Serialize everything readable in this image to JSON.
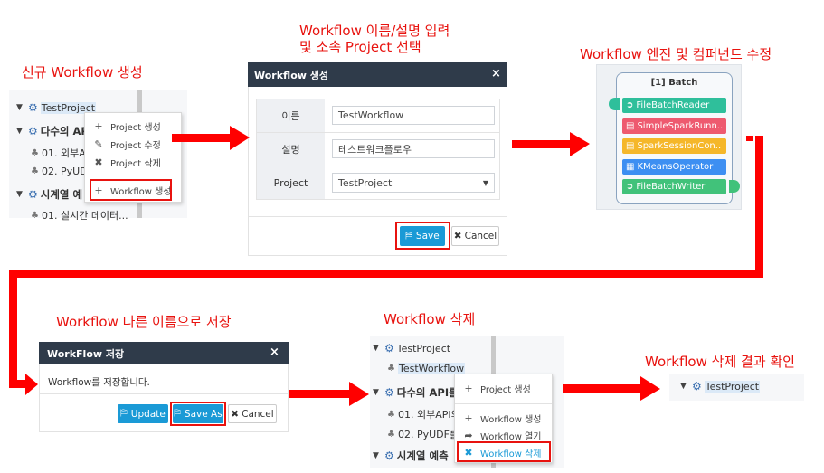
{
  "headings": {
    "new_workflow": "신규 Workflow 생성",
    "name_input_line1": "Workflow 이름/설명 입력",
    "name_input_line2": "및 소속 Project 선택",
    "edit_engine": "Workflow 엔진 및 컴퍼넌트 수정",
    "save_as": "Workflow 다른 이름으로 저장",
    "delete": "Workflow 삭제",
    "delete_result": "Workflow 삭제 결과 확인"
  },
  "tree1": {
    "project": "TestProject",
    "project2": "다수의 AP",
    "wf1": "01. 외부A",
    "wf2": "02. PyUD",
    "project3": "시계열 예",
    "wf3": "01. 실시간 데이터..."
  },
  "ctx1": {
    "items": [
      "Project 생성",
      "Project 수정",
      "Project 삭제",
      "Workflow 생성"
    ]
  },
  "create_dialog": {
    "title": "Workflow 생성",
    "close": "×",
    "name_label": "이름",
    "name_value": "TestWorkflow",
    "desc_label": "설명",
    "desc_value": "테스트워크플로우",
    "project_label": "Project",
    "project_value": "TestProject",
    "save": "Save",
    "cancel": "Cancel"
  },
  "batch": {
    "title": "[1] Batch",
    "components": [
      {
        "label": "FileBatchReader",
        "color": "#2fbf9b"
      },
      {
        "label": "SimpleSparkRunn..",
        "color": "#ee5a6f"
      },
      {
        "label": "SparkSessionCon..",
        "color": "#f5b72a"
      },
      {
        "label": "KMeansOperator",
        "color": "#3d8ff2"
      },
      {
        "label": "FileBatchWriter",
        "color": "#41c27a"
      }
    ]
  },
  "save_dialog": {
    "title": "WorkFlow 저장",
    "close": "×",
    "message": "Workflow를 저장합니다.",
    "update": "Update",
    "save_as": "Save As",
    "cancel": "Cancel"
  },
  "tree2": {
    "project": "TestProject",
    "workflow": "TestWorkflow",
    "project2": "다수의 API를",
    "wf1": "01. 외부API의",
    "wf2": "02. PyUDF를",
    "project3": "시계열 예측"
  },
  "ctx2": {
    "items": [
      "Project 생성",
      "Workflow 생성",
      "Workflow 열기",
      "Workflow 삭제"
    ]
  },
  "tree3": {
    "project": "TestProject"
  }
}
